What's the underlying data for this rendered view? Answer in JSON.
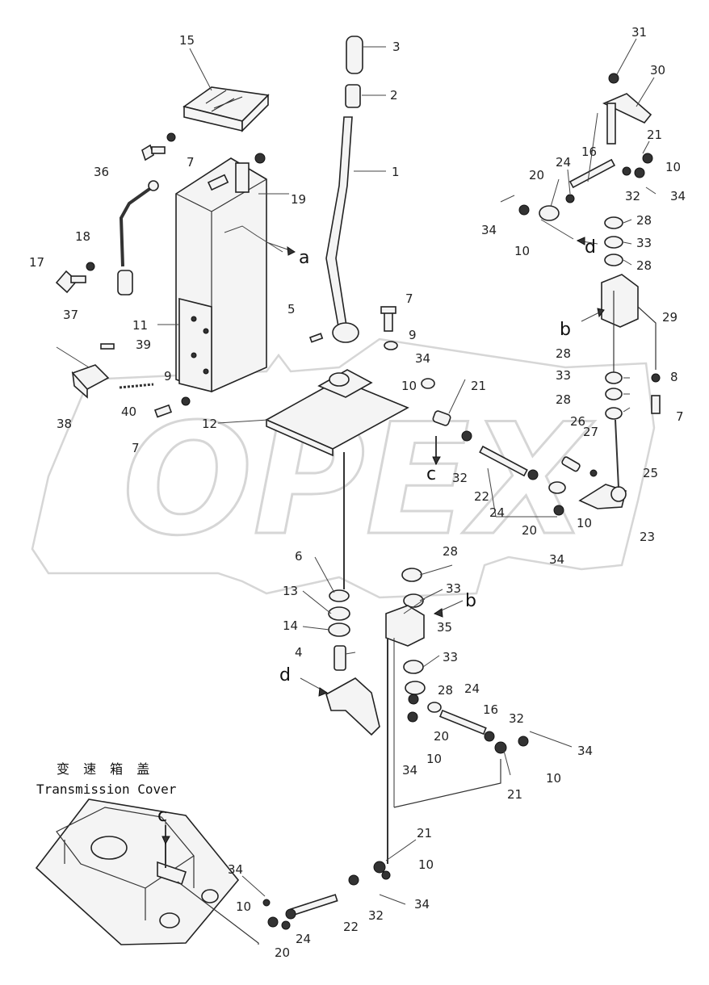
{
  "watermark": "OPEX",
  "caption": {
    "chinese": "变 速 箱 盖",
    "english": "Transmission Cover"
  },
  "labels": [
    {
      "id": "l15",
      "text": "15"
    },
    {
      "id": "l3",
      "text": "3"
    },
    {
      "id": "l2",
      "text": "2"
    },
    {
      "id": "l1",
      "text": "1"
    },
    {
      "id": "l31",
      "text": "31"
    },
    {
      "id": "l30",
      "text": "30"
    },
    {
      "id": "l21a",
      "text": "21"
    },
    {
      "id": "l16a",
      "text": "16"
    },
    {
      "id": "l24a",
      "text": "24"
    },
    {
      "id": "l20a",
      "text": "20"
    },
    {
      "id": "l10a",
      "text": "10"
    },
    {
      "id": "l32a",
      "text": "32"
    },
    {
      "id": "l34a",
      "text": "34"
    },
    {
      "id": "l34b",
      "text": "34"
    },
    {
      "id": "l10b",
      "text": "10"
    },
    {
      "id": "l28a",
      "text": "28"
    },
    {
      "id": "l33a",
      "text": "33"
    },
    {
      "id": "l28b",
      "text": "28"
    },
    {
      "id": "l29",
      "text": "29"
    },
    {
      "id": "l36",
      "text": "36"
    },
    {
      "id": "l7a",
      "text": "7"
    },
    {
      "id": "l19",
      "text": "19"
    },
    {
      "id": "l18",
      "text": "18"
    },
    {
      "id": "l17",
      "text": "17"
    },
    {
      "id": "l37",
      "text": "37"
    },
    {
      "id": "l11",
      "text": "11"
    },
    {
      "id": "l5",
      "text": "5"
    },
    {
      "id": "l7b",
      "text": "7"
    },
    {
      "id": "l9a",
      "text": "9"
    },
    {
      "id": "l39",
      "text": "39"
    },
    {
      "id": "l34c",
      "text": "34"
    },
    {
      "id": "l21b",
      "text": "21"
    },
    {
      "id": "l10c",
      "text": "10"
    },
    {
      "id": "l28c",
      "text": "28"
    },
    {
      "id": "l33b",
      "text": "33"
    },
    {
      "id": "l8",
      "text": "8"
    },
    {
      "id": "l7c",
      "text": "7"
    },
    {
      "id": "l28d",
      "text": "28"
    },
    {
      "id": "l9b",
      "text": "9"
    },
    {
      "id": "l38",
      "text": "38"
    },
    {
      "id": "l40",
      "text": "40"
    },
    {
      "id": "l7d",
      "text": "7"
    },
    {
      "id": "l12",
      "text": "12"
    },
    {
      "id": "l26",
      "text": "26"
    },
    {
      "id": "l27",
      "text": "27"
    },
    {
      "id": "l32b",
      "text": "32"
    },
    {
      "id": "l22a",
      "text": "22"
    },
    {
      "id": "l25",
      "text": "25"
    },
    {
      "id": "l24b",
      "text": "24"
    },
    {
      "id": "l20b",
      "text": "20"
    },
    {
      "id": "l10d",
      "text": "10"
    },
    {
      "id": "l23",
      "text": "23"
    },
    {
      "id": "l34d",
      "text": "34"
    },
    {
      "id": "l28e",
      "text": "28"
    },
    {
      "id": "l6",
      "text": "6"
    },
    {
      "id": "l33c",
      "text": "33"
    },
    {
      "id": "l13",
      "text": "13"
    },
    {
      "id": "l14",
      "text": "14"
    },
    {
      "id": "l35",
      "text": "35"
    },
    {
      "id": "l4",
      "text": "4"
    },
    {
      "id": "l33d",
      "text": "33"
    },
    {
      "id": "l28f",
      "text": "28"
    },
    {
      "id": "l24c",
      "text": "24"
    },
    {
      "id": "l16b",
      "text": "16"
    },
    {
      "id": "l20c",
      "text": "20"
    },
    {
      "id": "l32c",
      "text": "32"
    },
    {
      "id": "l10e",
      "text": "10"
    },
    {
      "id": "l34e",
      "text": "34"
    },
    {
      "id": "l34f",
      "text": "34"
    },
    {
      "id": "l10f",
      "text": "10"
    },
    {
      "id": "l21c",
      "text": "21"
    },
    {
      "id": "l21d",
      "text": "21"
    },
    {
      "id": "l10g",
      "text": "10"
    },
    {
      "id": "l34g",
      "text": "34"
    },
    {
      "id": "l10h",
      "text": "10"
    },
    {
      "id": "l22b",
      "text": "22"
    },
    {
      "id": "l32d",
      "text": "32"
    },
    {
      "id": "l34h",
      "text": "34"
    },
    {
      "id": "l24d",
      "text": "24"
    },
    {
      "id": "l20d",
      "text": "20"
    }
  ],
  "ref_letters": [
    {
      "id": "ra",
      "text": "a"
    },
    {
      "id": "rd1",
      "text": "d"
    },
    {
      "id": "rb1",
      "text": "b"
    },
    {
      "id": "rc1",
      "text": "c"
    },
    {
      "id": "rb2",
      "text": "b"
    },
    {
      "id": "rd2",
      "text": "d"
    },
    {
      "id": "rc2",
      "text": "c"
    }
  ]
}
